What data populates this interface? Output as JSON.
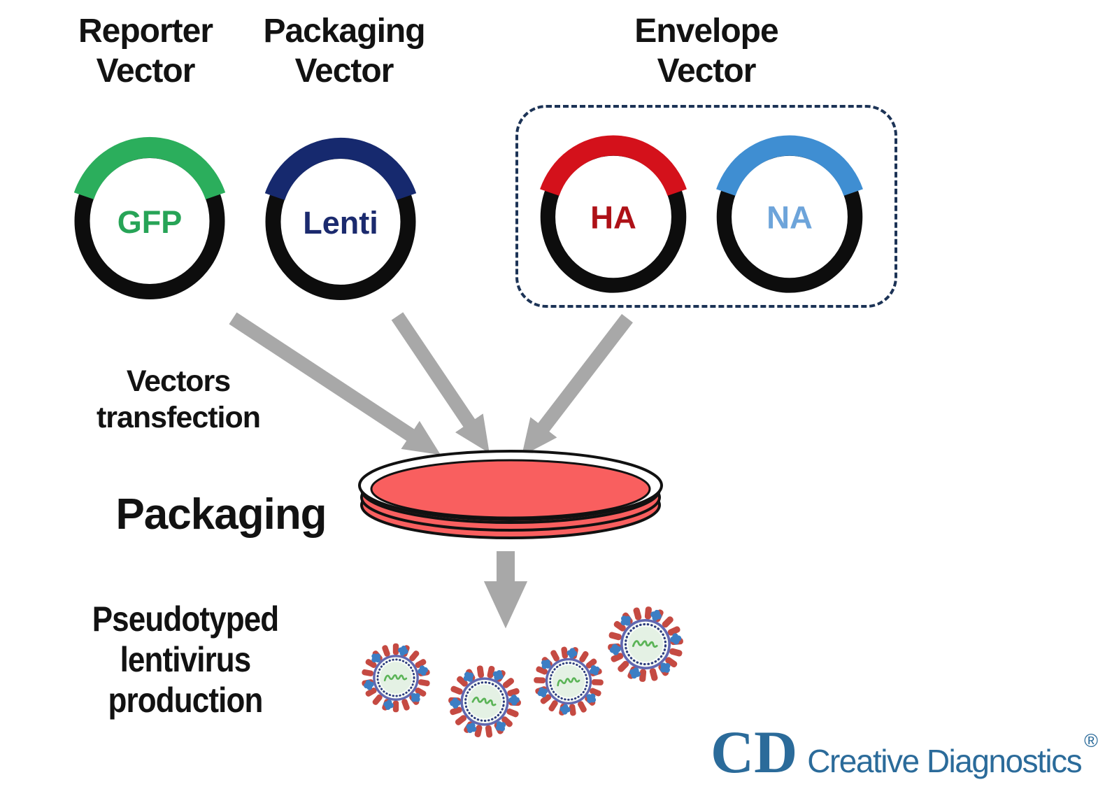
{
  "diagram": {
    "columns": {
      "reporter": {
        "title": "Reporter\nVector",
        "plasmid": "GFP"
      },
      "packaging": {
        "title": "Packaging\nVector",
        "plasmid": "Lenti"
      },
      "envelope": {
        "title": "Envelope\nVector",
        "plasmids": [
          "HA",
          "NA"
        ]
      }
    },
    "steps": {
      "transfection": "Vectors\ntransfection",
      "packaging": "Packaging",
      "production": "Pseudotyped\nlentivirus\nproduction"
    }
  },
  "logo": {
    "monogram": "CD",
    "name": "Creative Diagnostics",
    "registered": "®"
  },
  "colors": {
    "ring_black": "#0d0d0d",
    "gfp_green": "#2bae5c",
    "gfp_text": "#27a457",
    "lenti_navy": "#16296e",
    "lenti_text": "#1b2a6e",
    "ha_red": "#d4111b",
    "ha_text": "#ae1117",
    "na_blue": "#3f8ed2",
    "na_text": "#6da4da",
    "envelope_box_border": "#1c3356",
    "arrow_gray": "#a8a8a8",
    "dish_red": "#f95f5f",
    "virus_spike_red": "#c54a42",
    "virus_glyco_blue": "#3c7ec4",
    "virus_membrane": "#6168b0",
    "virus_capsid_dots": "#2c3b7d",
    "virus_core": "#e4f1e4",
    "virus_rna_green": "#5bb457",
    "logo_blue": "#2b6b9a"
  }
}
